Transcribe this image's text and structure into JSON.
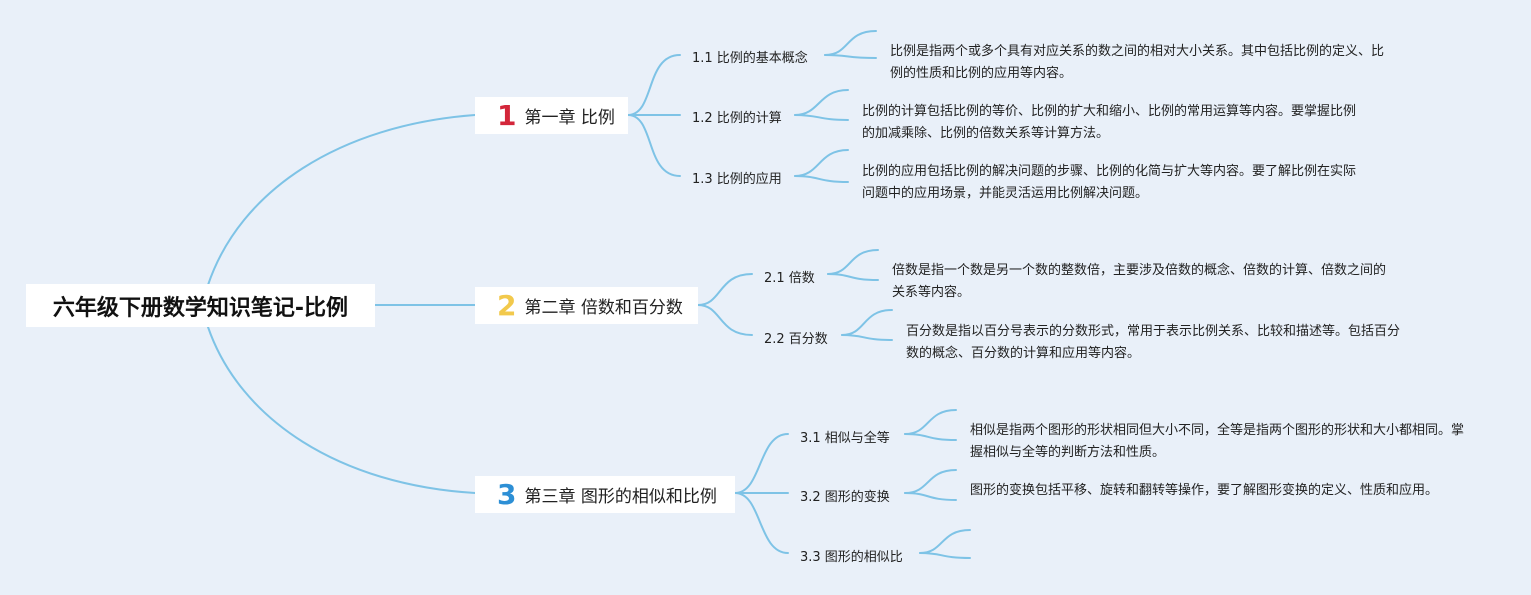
{
  "root": {
    "title": "六年级下册数学知识笔记-比例"
  },
  "chapters": [
    {
      "number": "1",
      "number_color": "#d3263a",
      "label": "第一章 比例",
      "sections": [
        {
          "label": "1.1 比例的基本概念",
          "desc": "比例是指两个或多个具有对应关系的数之间的相对大小关系。其中包括比例的定义、比例的性质和比例的应用等内容。"
        },
        {
          "label": "1.2 比例的计算",
          "desc": "比例的计算包括比例的等价、比例的扩大和缩小、比例的常用运算等内容。要掌握比例的加减乘除、比例的倍数关系等计算方法。"
        },
        {
          "label": "1.3 比例的应用",
          "desc": "比例的应用包括比例的解决问题的步骤、比例的化简与扩大等内容。要了解比例在实际问题中的应用场景，并能灵活运用比例解决问题。"
        }
      ]
    },
    {
      "number": "2",
      "number_color": "#f2c94c",
      "label": "第二章 倍数和百分数",
      "sections": [
        {
          "label": "2.1 倍数",
          "desc": "倍数是指一个数是另一个数的整数倍，主要涉及倍数的概念、倍数的计算、倍数之间的关系等内容。"
        },
        {
          "label": "2.2 百分数",
          "desc": "百分数是指以百分号表示的分数形式，常用于表示比例关系、比较和描述等。包括百分数的概念、百分数的计算和应用等内容。"
        }
      ]
    },
    {
      "number": "3",
      "number_color": "#2d8fd5",
      "label": "第三章 图形的相似和比例",
      "sections": [
        {
          "label": "3.1 相似与全等",
          "desc": "相似是指两个图形的形状相同但大小不同，全等是指两个图形的形状和大小都相同。掌握相似与全等的判断方法和性质。"
        },
        {
          "label": "3.2 图形的变换",
          "desc": "图形的变换包括平移、旋转和翻转等操作，要了解图形变换的定义、性质和应用。"
        },
        {
          "label": "3.3 图形的相似比",
          "desc": ""
        }
      ]
    }
  ],
  "colors": {
    "line": "#7ec3e6",
    "background": "#e9f0f9"
  }
}
